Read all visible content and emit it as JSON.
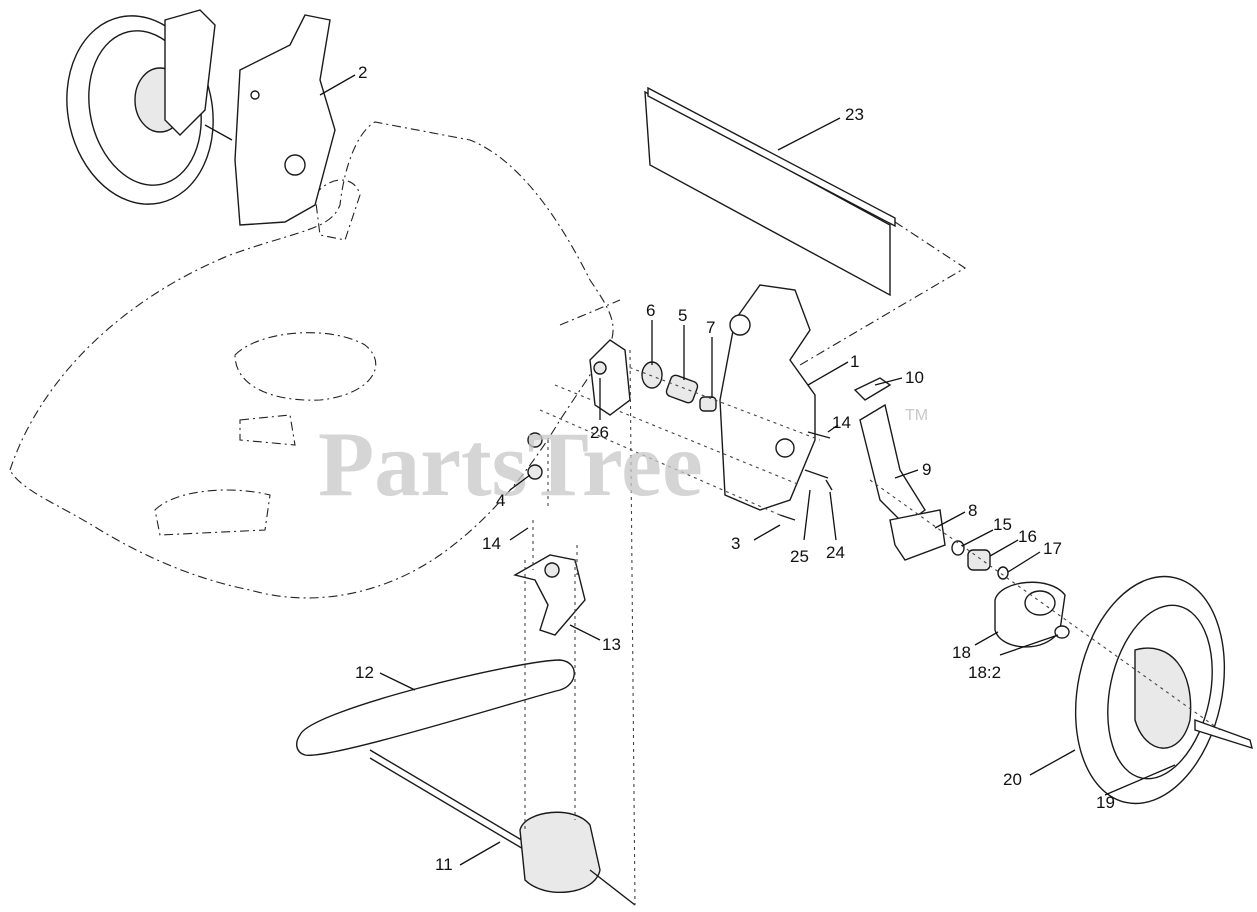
{
  "watermark": {
    "brand": "PartsTree",
    "tm": "TM"
  },
  "callouts": [
    {
      "id": "c2",
      "label": "2"
    },
    {
      "id": "c23",
      "label": "23"
    },
    {
      "id": "c6",
      "label": "6"
    },
    {
      "id": "c5",
      "label": "5"
    },
    {
      "id": "c7",
      "label": "7"
    },
    {
      "id": "c1",
      "label": "1"
    },
    {
      "id": "c10",
      "label": "10"
    },
    {
      "id": "c26",
      "label": "26"
    },
    {
      "id": "c14a",
      "label": "14"
    },
    {
      "id": "c9",
      "label": "9"
    },
    {
      "id": "c4",
      "label": "4"
    },
    {
      "id": "c8",
      "label": "8"
    },
    {
      "id": "c15",
      "label": "15"
    },
    {
      "id": "c16",
      "label": "16"
    },
    {
      "id": "c17",
      "label": "17"
    },
    {
      "id": "c14b",
      "label": "14"
    },
    {
      "id": "c3",
      "label": "3"
    },
    {
      "id": "c25",
      "label": "25"
    },
    {
      "id": "c24",
      "label": "24"
    },
    {
      "id": "c13",
      "label": "13"
    },
    {
      "id": "c18",
      "label": "18"
    },
    {
      "id": "c18_2",
      "label": "18:2"
    },
    {
      "id": "c12",
      "label": "12"
    },
    {
      "id": "c20",
      "label": "20"
    },
    {
      "id": "c19",
      "label": "19"
    },
    {
      "id": "c11",
      "label": "11"
    }
  ]
}
